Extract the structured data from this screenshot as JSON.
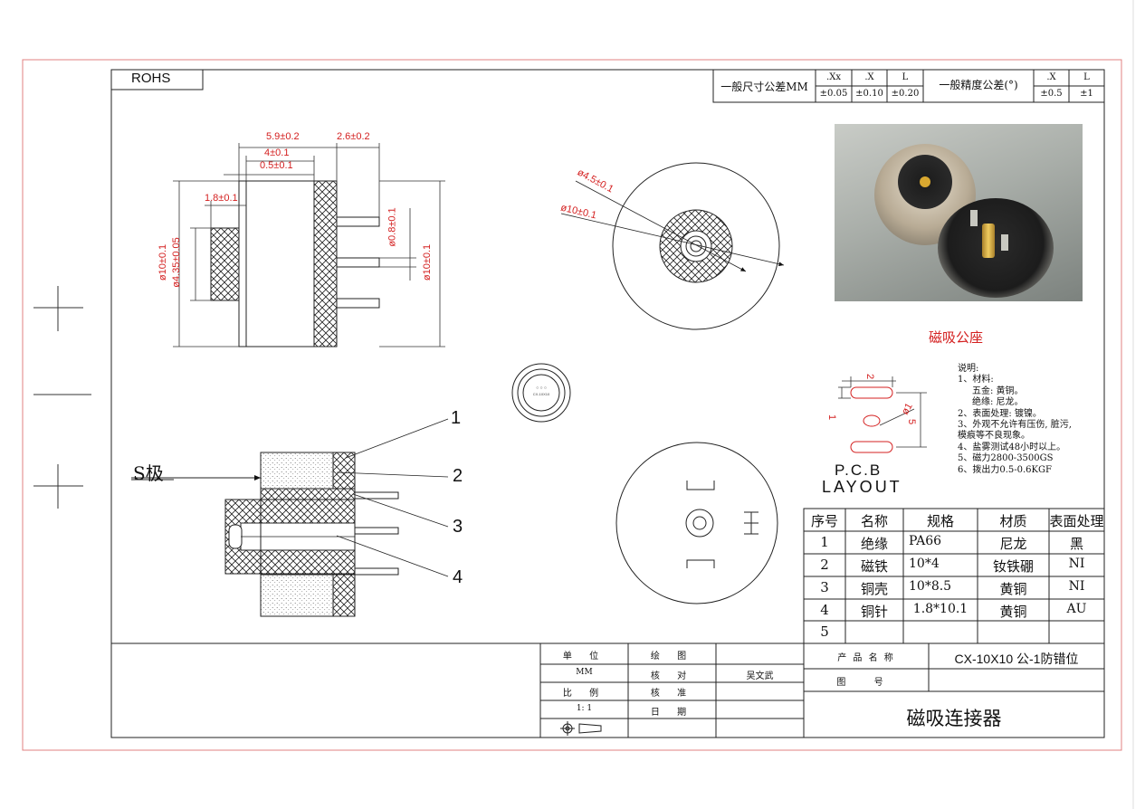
{
  "header": {
    "rohs": "ROHS",
    "gen_dim_tol_label": "一般尺寸公差MM",
    "dim_tol_cols": [
      ".Xx",
      ".X",
      "L"
    ],
    "dim_tol_vals": [
      "±0.05",
      "±0.10",
      "±0.20"
    ],
    "precision_label": "一般精度公差(°)",
    "prec_cols": [
      ".X",
      "L"
    ],
    "prec_vals": [
      "±0.5",
      "±1"
    ]
  },
  "dimensions": {
    "d_5_9": "5.9±0.2",
    "d_2_6": "2.6±0.2",
    "d_4": "4±0.1",
    "d_0_5": "0.5±0.1",
    "d_1_8": "1.8±0.1",
    "d_phi10_left": "ø10±0.1",
    "d_phi4_35": "ø4.35±0.05",
    "d_phi0_8": "ø0.8±0.1",
    "d_phi10_right": "ø10±0.1",
    "d_phi4_5": "ø4.5±0.1",
    "d_phi10_front": "ø10±0.1"
  },
  "photo": {
    "caption": "磁吸公座"
  },
  "section": {
    "s_pole": "S极",
    "callouts": [
      "1",
      "2",
      "3",
      "4"
    ]
  },
  "pcb": {
    "w": "2",
    "h": "1",
    "phi": "ø1",
    "pitch": "5",
    "title1": "P.C.B",
    "title2": "LAYOUT"
  },
  "notes": {
    "lines": [
      "说明:",
      "1、材料:",
      "五金: 黄铜。",
      "绝缘: 尼龙。",
      "2、表面处理: 镀镍。",
      "3、外观不允许有压伤, 脏污,",
      "模痕等不良现象。",
      "4、盐雾测试48小时以上。",
      "5、磁力2800-3500GS",
      "6、拨出力0.5-0.6KGF"
    ]
  },
  "parts_table": {
    "headers": [
      "序号",
      "名称",
      "规格",
      "材质",
      "表面处理"
    ],
    "rows": [
      [
        "1",
        "绝缘",
        "PA66",
        "尼龙",
        "黑"
      ],
      [
        "2",
        "磁铁",
        "10*4",
        "钕铁硼",
        "NI"
      ],
      [
        "3",
        "铜壳",
        "10*8.5",
        "黄铜",
        "NI"
      ],
      [
        "4",
        "铜针",
        "1.8*10.1",
        "黄铜",
        "AU"
      ],
      [
        "5",
        "",
        "",
        "",
        ""
      ]
    ]
  },
  "title_block": {
    "unit_label": "单 位",
    "unit_value": "MM",
    "scale_label": "比 例",
    "scale_value": "1: 1",
    "draw_label": "绘 图",
    "check_label": "核 对",
    "checker": "吴文武",
    "approve_label": "核 准",
    "date_label": "日 期",
    "product_name_label": "产 品 名 称",
    "product_name": "CX-10X10 公-1防错位",
    "drawing_no_label": "图 号",
    "title": "磁吸连接器"
  }
}
